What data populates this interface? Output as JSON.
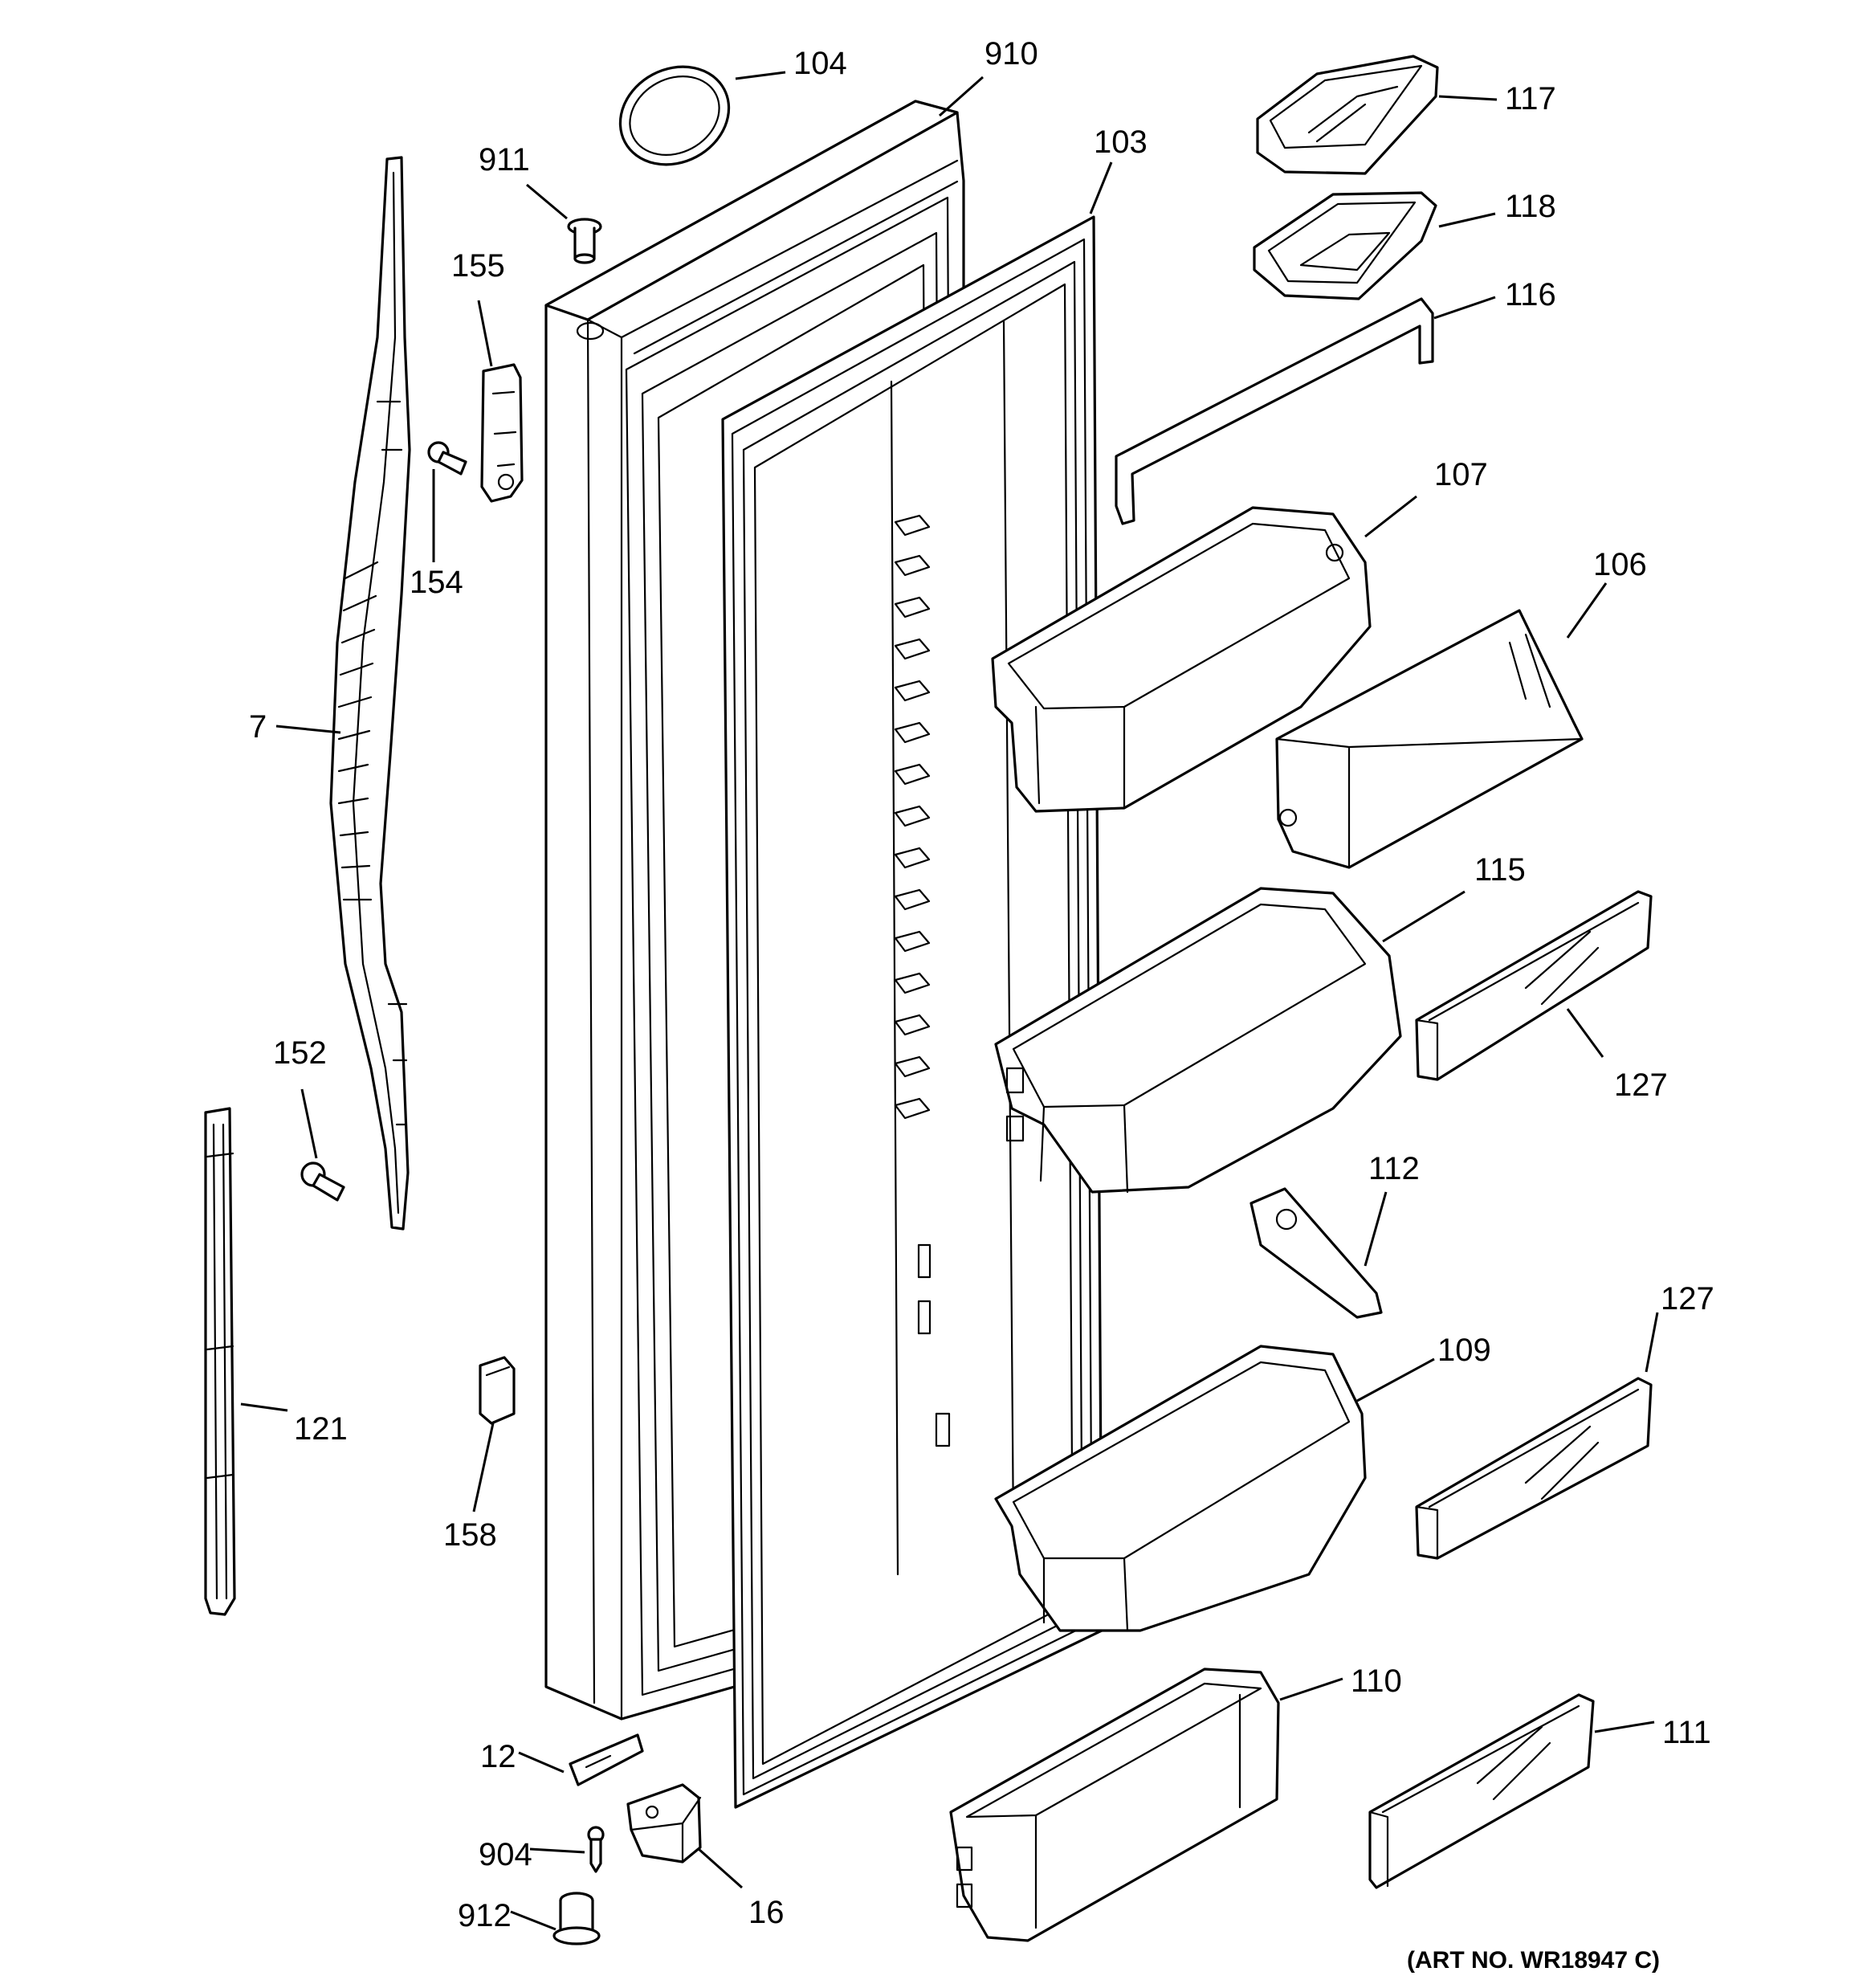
{
  "diagram": {
    "callouts": {
      "c104": "104",
      "c910": "910",
      "c911": "911",
      "c103": "103",
      "c117": "117",
      "c118": "118",
      "c116": "116",
      "c155": "155",
      "c154": "154",
      "c107": "107",
      "c106": "106",
      "c7": "7",
      "c115": "115",
      "c127a": "127",
      "c152": "152",
      "c112": "112",
      "c127b": "127",
      "c109": "109",
      "c121": "121",
      "c158": "158",
      "c110": "110",
      "c111": "111",
      "c12": "12",
      "c904": "904",
      "c16": "16",
      "c912": "912"
    },
    "art_number": "(ART NO. WR18947 C)"
  }
}
